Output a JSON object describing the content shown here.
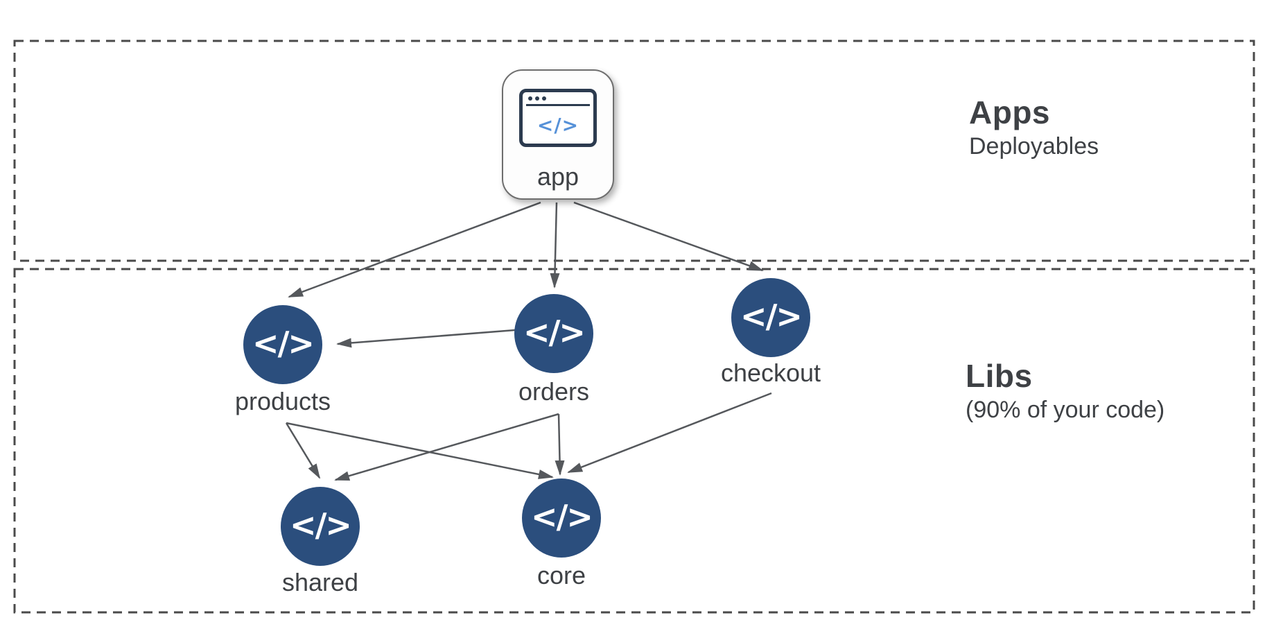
{
  "regions": {
    "apps": {
      "title": "Apps",
      "subtitle": "Deployables"
    },
    "libs": {
      "title": "Libs",
      "subtitle": "(90% of your code)"
    }
  },
  "nodes": [
    {
      "id": "app",
      "label": "app",
      "kind": "app"
    },
    {
      "id": "products",
      "label": "products",
      "kind": "lib"
    },
    {
      "id": "orders",
      "label": "orders",
      "kind": "lib"
    },
    {
      "id": "checkout",
      "label": "checkout",
      "kind": "lib"
    },
    {
      "id": "shared",
      "label": "shared",
      "kind": "lib"
    },
    {
      "id": "core",
      "label": "core",
      "kind": "lib"
    }
  ],
  "edges": [
    {
      "from": "app",
      "to": "products"
    },
    {
      "from": "app",
      "to": "orders"
    },
    {
      "from": "app",
      "to": "checkout"
    },
    {
      "from": "orders",
      "to": "products"
    },
    {
      "from": "products",
      "to": "shared"
    },
    {
      "from": "products",
      "to": "core"
    },
    {
      "from": "orders",
      "to": "shared"
    },
    {
      "from": "orders",
      "to": "core"
    },
    {
      "from": "checkout",
      "to": "core"
    }
  ],
  "icons": {
    "code_glyph": "</>",
    "browser_code_glyph": "</>"
  },
  "colors": {
    "lib_circle": "#2b4e7d",
    "edge": "#55585c",
    "region_border": "#4a4a4a",
    "text": "#3e4145",
    "app_icon_navy": "#2c3b4f",
    "app_icon_blue": "#5691d8"
  }
}
